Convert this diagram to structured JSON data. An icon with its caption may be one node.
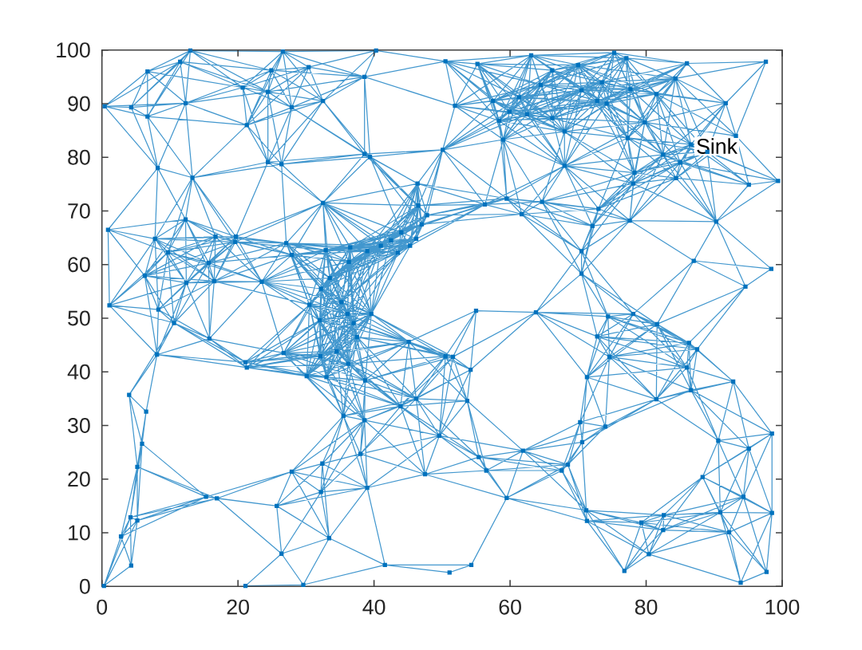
{
  "diagram": {
    "labels": [
      "Sink"
    ],
    "chart_data": {
      "type": "scatter",
      "xlim": [
        0,
        100
      ],
      "ylim": [
        0,
        100
      ],
      "xticks": [
        0,
        20,
        40,
        60,
        80,
        100
      ],
      "yticks": [
        0,
        10,
        20,
        30,
        40,
        50,
        60,
        70,
        80,
        90,
        100
      ],
      "x": [
        13.0,
        26.6,
        6.7,
        11.5,
        30.4,
        24.9,
        20.7,
        24.4,
        32.5,
        0.4,
        4.3,
        12.3,
        6.7,
        27.9,
        21.3,
        24.4,
        26.4,
        8.2,
        13.3,
        32.5,
        0.9,
        12.3,
        7.8,
        19.7,
        16.7,
        9.7,
        19.6,
        27.1,
        15.7,
        27.9,
        32.9,
        6.3,
        12.4,
        16.5,
        23.5,
        32.2,
        1.1,
        8.3,
        40.3,
        50.5,
        55.2,
        63.1,
        38.6,
        51.9,
        61.3,
        59.9,
        58.4,
        66.2,
        66.2,
        59.0,
        50.1,
        38.6,
        39.4,
        46.4,
        56.3,
        59.5,
        61.7,
        64.7,
        47.8,
        46.2,
        45.3,
        43.5,
        36.5,
        36.3,
        55.0,
        63.8,
        39.6,
        47.0,
        46.5,
        44.0,
        41.0,
        39.0,
        42.5,
        75.3,
        77.1,
        70.0,
        86.0,
        97.6,
        84.3,
        77.7,
        74.2,
        72.8,
        91.7,
        68.0,
        77.3,
        93.2,
        86.6,
        68.0,
        78.3,
        78.1,
        84.4,
        95.1,
        99.4,
        73.0,
        77.6,
        90.3,
        72.1,
        70.5,
        70.5,
        87.0,
        98.4,
        94.6,
        78.1,
        74.4,
        70.5,
        73.5,
        64.5,
        62.5,
        81.5,
        79.8,
        82.5,
        85.0,
        89.0,
        57.5,
        10.6,
        15.8,
        8.1,
        21.1,
        21.3,
        26.7,
        30.1,
        32.0,
        32.1,
        4.0,
        6.5,
        5.9,
        5.2,
        15.3,
        16.9,
        4.2,
        5.2,
        2.8,
        4.3,
        0.3,
        21.1,
        29.6,
        27.9,
        25.7,
        26.4,
        32.4,
        32.2,
        33.4,
        37.0,
        36.1,
        45.1,
        50.5,
        51.6,
        54.2,
        38.7,
        46.2,
        43.9,
        53.7,
        35.5,
        38.6,
        49.6,
        38.0,
        55.4,
        56.5,
        61.9,
        47.5,
        39.0,
        59.5,
        67.6,
        41.6,
        54.3,
        51.1,
        34.5,
        36.2,
        33.0,
        30.5,
        33.5,
        35.2,
        37.5,
        81.6,
        72.8,
        74.6,
        86.3,
        87.5,
        86.0,
        71.3,
        92.8,
        86.6,
        81.5,
        70.3,
        74.0,
        70.6,
        98.5,
        90.6,
        95.1,
        68.5,
        88.3,
        94.3,
        71.2,
        71.3,
        90.9,
        98.5,
        82.6,
        79.3,
        82.5,
        92.2,
        80.4,
        76.8,
        93.9,
        97.7
      ],
      "series": [
        {
          "color": "#0072bd",
          "values": [
            99.9,
            99.7,
            96.0,
            97.8,
            96.8,
            96.2,
            93.0,
            92.2,
            90.5,
            89.5,
            89.3,
            90.1,
            87.6,
            89.3,
            86.0,
            79.1,
            78.7,
            78.0,
            76.2,
            71.5,
            66.5,
            68.4,
            64.8,
            65.2,
            65.2,
            62.3,
            64.2,
            64.0,
            60.3,
            61.8,
            62.7,
            57.9,
            56.6,
            56.9,
            56.8,
            55.5,
            52.4,
            51.6,
            99.9,
            97.9,
            97.4,
            99.0,
            95.0,
            89.6,
            91.2,
            88.5,
            86.8,
            96.2,
            87.3,
            83.3,
            81.4,
            80.6,
            80.1,
            75.1,
            71.2,
            72.3,
            69.4,
            71.7,
            69.2,
            64.8,
            63.5,
            62.2,
            63.2,
            60.5,
            51.4,
            51.1,
            50.8,
            67.5,
            71.0,
            66.0,
            63.5,
            62.5,
            64.5,
            99.5,
            98.5,
            97.2,
            97.5,
            97.8,
            94.7,
            92.7,
            90.0,
            90.5,
            90.1,
            84.8,
            83.6,
            84.0,
            82.4,
            78.4,
            77.1,
            75.1,
            76.1,
            74.9,
            75.6,
            70.4,
            68.2,
            68.0,
            67.2,
            62.5,
            58.3,
            60.7,
            59.2,
            55.9,
            50.8,
            50.3,
            92.5,
            94.0,
            93.5,
            88.0,
            91.8,
            86.5,
            80.5,
            79.0,
            81.0,
            90.5,
            49.1,
            46.2,
            43.2,
            41.8,
            40.8,
            43.5,
            39.2,
            49.6,
            42.9,
            35.7,
            32.6,
            26.6,
            22.3,
            16.7,
            16.4,
            12.9,
            12.3,
            9.3,
            3.9,
            0.1,
            0.1,
            0.3,
            21.4,
            15.0,
            6.1,
            22.9,
            17.6,
            9.0,
            49.1,
            50.8,
            45.6,
            42.9,
            42.8,
            40.4,
            38.4,
            35.0,
            33.6,
            34.6,
            31.8,
            31.0,
            28.1,
            24.7,
            24.1,
            21.6,
            25.3,
            20.9,
            18.4,
            16.5,
            21.6,
            4.0,
            4.0,
            2.6,
            43.8,
            41.5,
            39.0,
            52.5,
            57.5,
            53.0,
            46.5,
            48.9,
            46.6,
            42.8,
            45.4,
            44.2,
            40.8,
            39.0,
            38.2,
            36.6,
            34.9,
            30.6,
            29.8,
            26.9,
            28.5,
            27.2,
            25.7,
            22.7,
            20.4,
            16.7,
            14.2,
            12.2,
            13.8,
            13.7,
            13.3,
            11.9,
            10.5,
            10.1,
            6.0,
            2.9,
            0.7,
            2.7
          ]
        }
      ]
    }
  }
}
